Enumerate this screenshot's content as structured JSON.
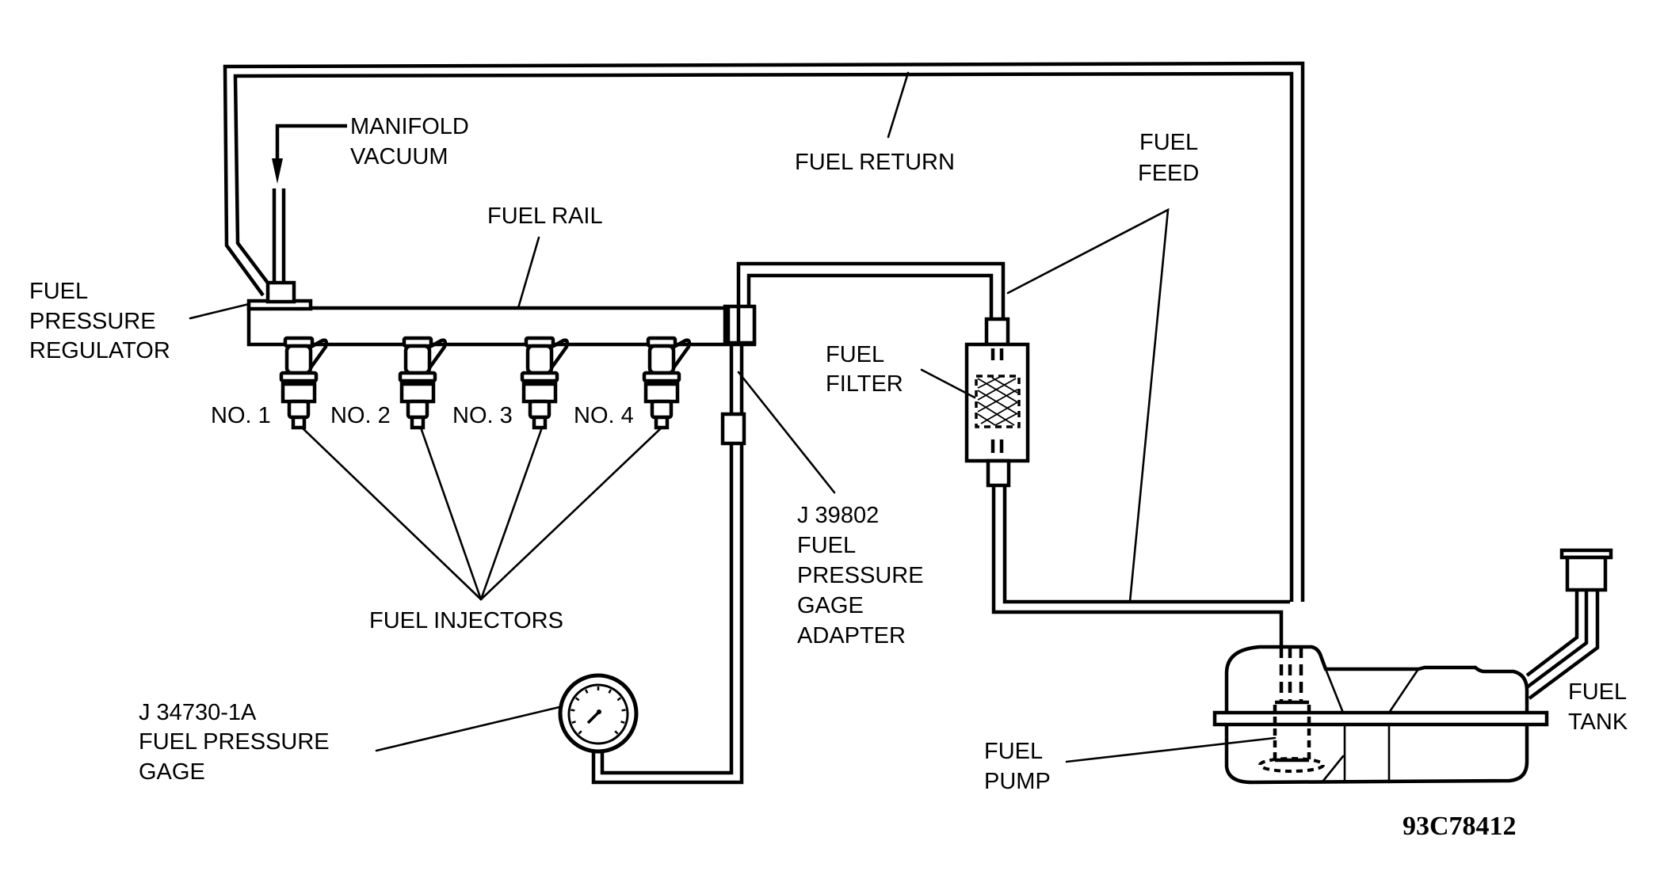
{
  "diagram": {
    "title": "Fuel system pressure test schematic",
    "part_number": "93C78412",
    "colors": {
      "ink": "#000000",
      "background": "#ffffff"
    },
    "labels": {
      "manifold_vacuum": [
        "MANIFOLD",
        "VACUUM"
      ],
      "fuel_return": "FUEL RETURN",
      "fuel_feed": [
        "FUEL",
        "FEED"
      ],
      "fuel_rail": "FUEL RAIL",
      "fuel_pressure_regulator": [
        "FUEL",
        "PRESSURE",
        "REGULATOR"
      ],
      "fuel_filter": [
        "FUEL",
        "FILTER"
      ],
      "adapter": [
        "J 39802",
        "FUEL",
        "PRESSURE",
        "GAGE",
        "ADAPTER"
      ],
      "fuel_injectors": "FUEL INJECTORS",
      "injector_numbers": [
        "NO. 1",
        "NO. 2",
        "NO. 3",
        "NO. 4"
      ],
      "gage": [
        "J 34730-1A",
        "FUEL PRESSURE",
        "GAGE"
      ],
      "fuel_pump": [
        "FUEL",
        "PUMP"
      ],
      "fuel_tank": [
        "FUEL",
        "TANK"
      ]
    }
  }
}
